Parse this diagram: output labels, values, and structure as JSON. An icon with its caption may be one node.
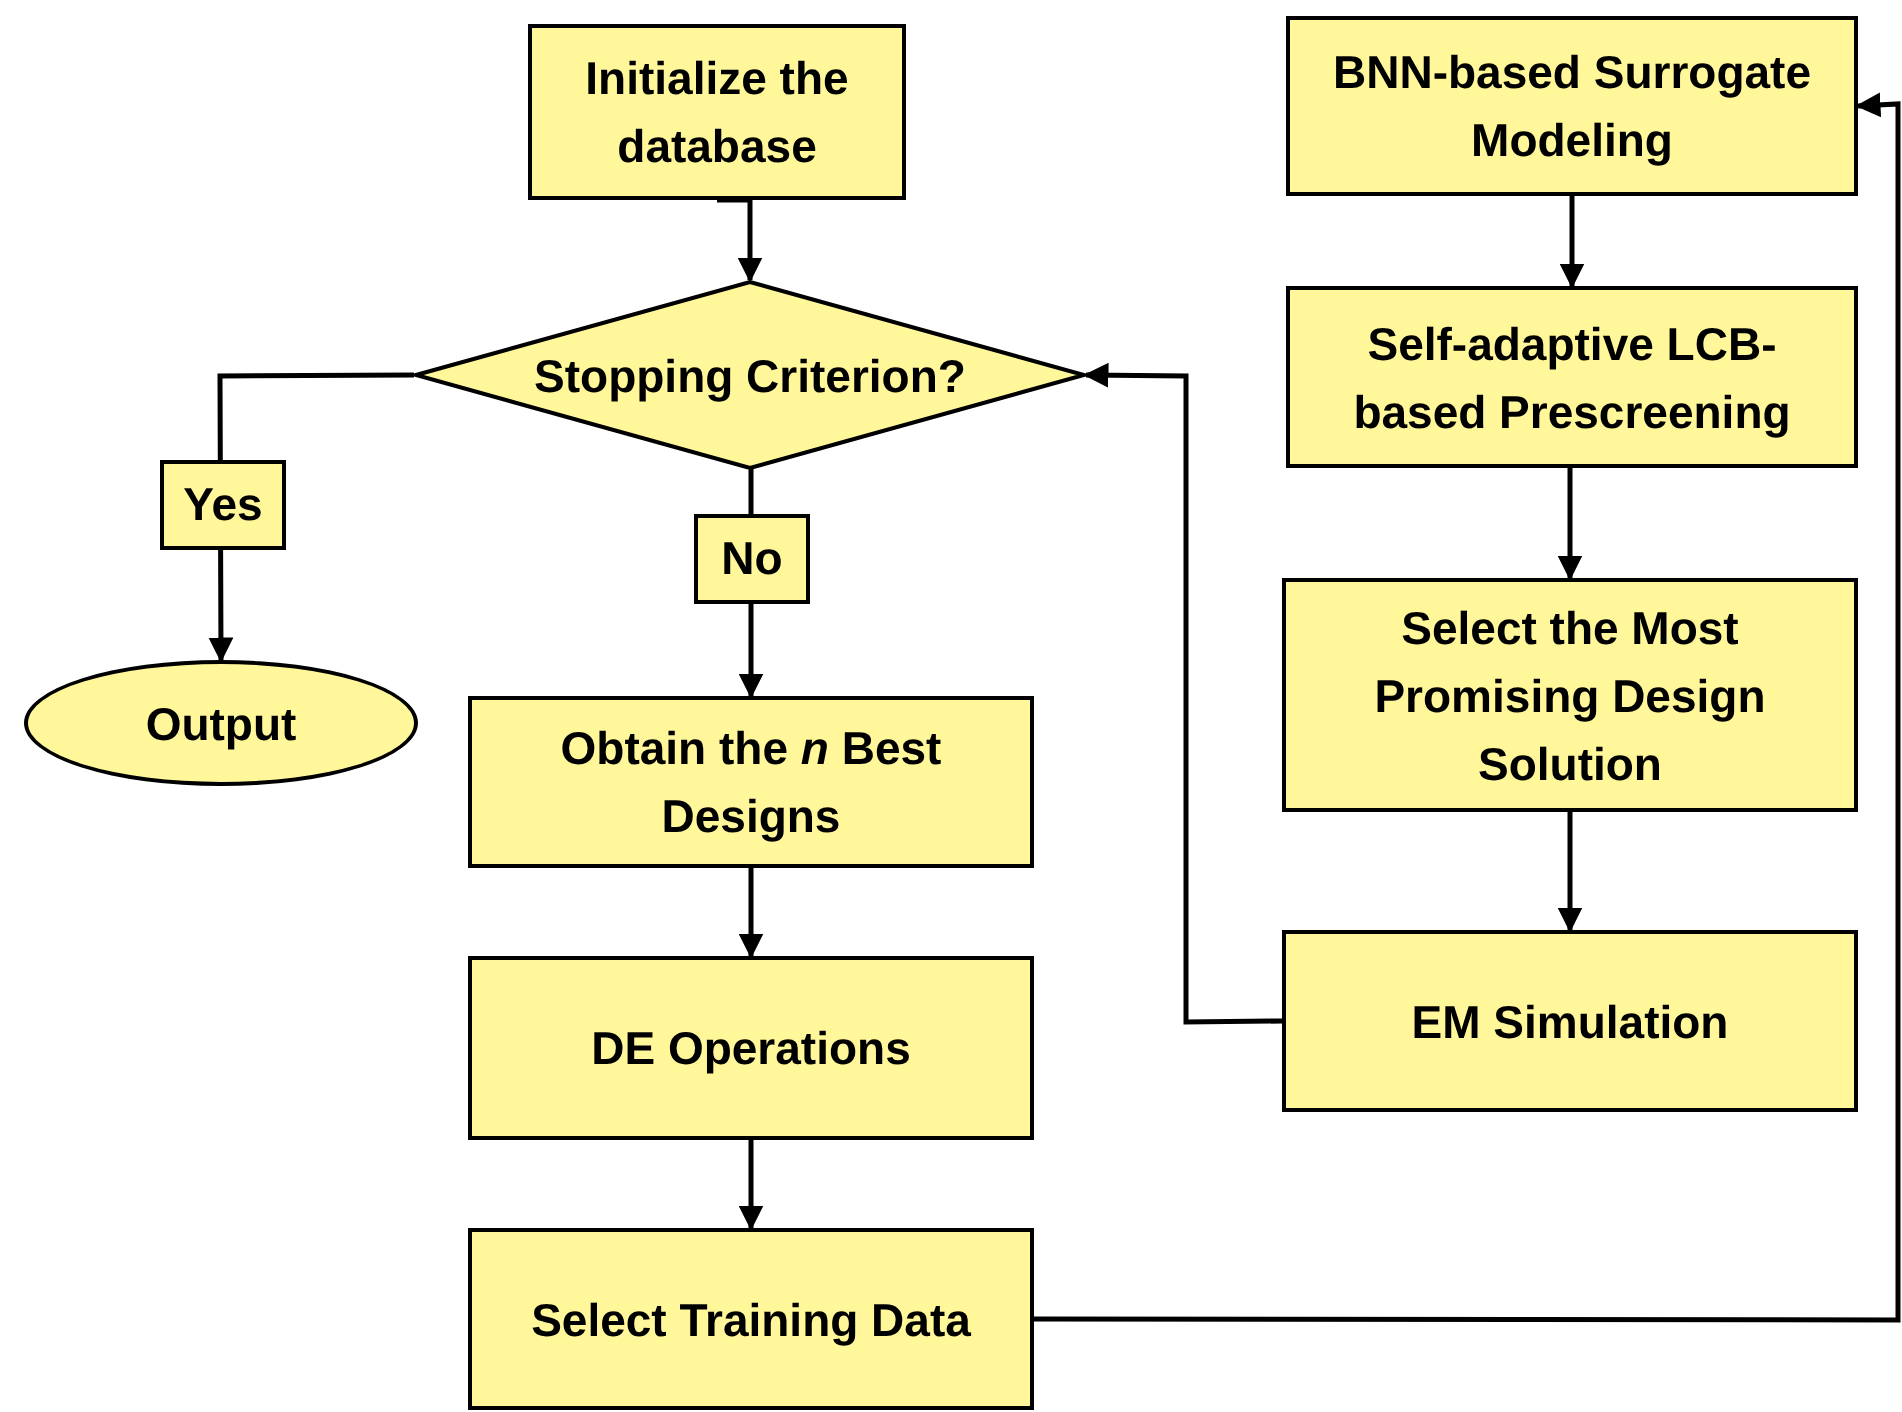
{
  "diagram": {
    "nodes": [
      {
        "text": [
          "Initialize the database"
        ]
      },
      {
        "text": [
          "Stopping Criterion?"
        ]
      },
      {
        "text": [
          "Output"
        ]
      },
      {
        "text": [
          "Obtain the *n* Best Designs"
        ]
      },
      {
        "text": [
          "DE Operations"
        ]
      },
      {
        "text": [
          "Select Training Data"
        ]
      },
      {
        "text": [
          "BNN-based Surrogate Modeling"
        ]
      },
      {
        "text": [
          "Self-adaptive LCB-based Prescreening"
        ]
      },
      {
        "text": [
          "Select the Most Promising Design Solution"
        ]
      },
      {
        "text": [
          "EM Simulation"
        ]
      }
    ],
    "edges": [
      {
        "from": 0,
        "to": 1,
        "arrow": "to"
      },
      {
        "from": 1,
        "to": 2,
        "arrow": "to",
        "label": "Yes"
      },
      {
        "from": 1,
        "to": 3,
        "arrow": "to",
        "label": "No"
      },
      {
        "from": 3,
        "to": 4,
        "arrow": "to"
      },
      {
        "from": 4,
        "to": 5,
        "arrow": "to"
      },
      {
        "from": 5,
        "to": 6,
        "arrow": "to"
      },
      {
        "from": 6,
        "to": 7,
        "arrow": "to"
      },
      {
        "from": 7,
        "to": 8,
        "arrow": "to"
      },
      {
        "from": 8,
        "to": 9,
        "arrow": "to"
      },
      {
        "from": 9,
        "to": 1,
        "arrow": "to"
      }
    ]
  }
}
